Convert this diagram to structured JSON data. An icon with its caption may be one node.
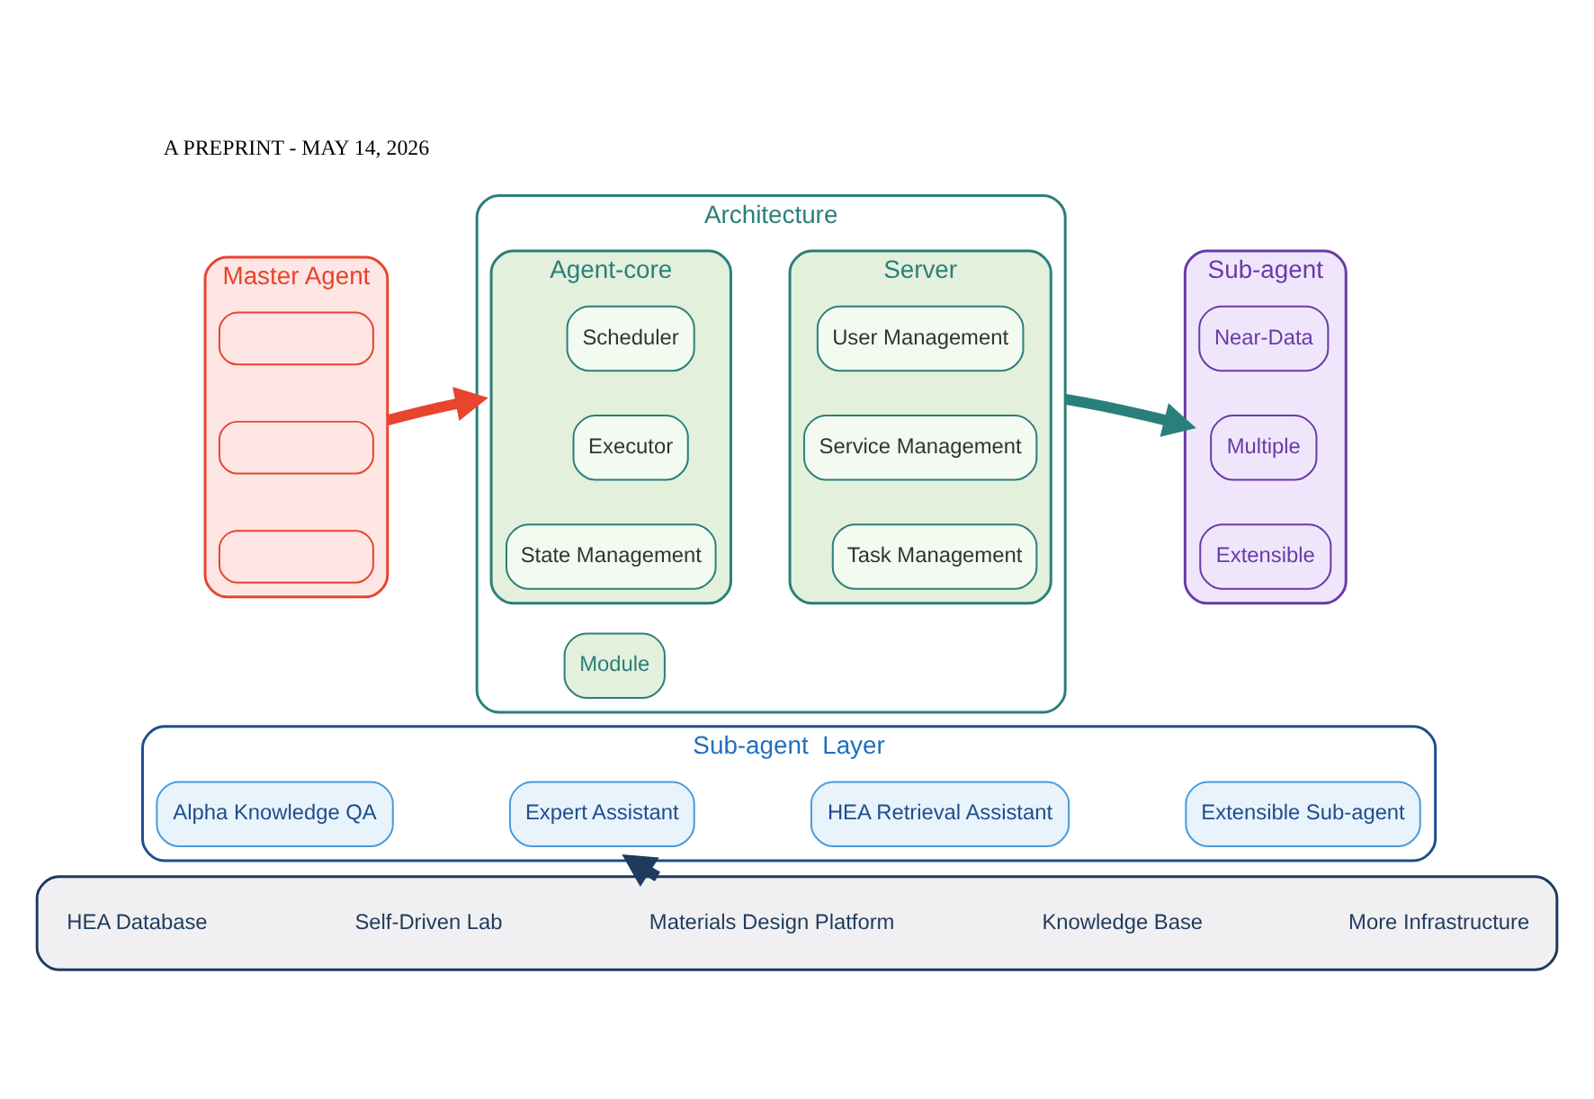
{
  "diagram": {
    "nodes": [
      {
        "text": [
          "Master Agent"
        ]
      },
      {
        "text": [],
        "shape": "box",
        "in": 0
      },
      {
        "text": [],
        "shape": "box",
        "in": 0
      },
      {
        "text": [],
        "shape": "box",
        "in": 0
      },
      {
        "text": [
          "Architecture"
        ]
      },
      {
        "text": [
          "Server"
        ],
        "in": 4
      },
      {
        "text": [
          "User Management"
        ],
        "in": 5
      },
      {
        "text": [
          "Service Management"
        ],
        "in": 5
      },
      {
        "text": [
          "Task Management"
        ],
        "in": 5
      },
      {
        "text": [
          "Agent-core"
        ],
        "in": 4
      },
      {
        "text": [
          "Scheduler"
        ],
        "in": 9
      },
      {
        "text": [
          "Executor"
        ],
        "in": 9
      },
      {
        "text": [
          "State Management"
        ],
        "in": 9
      },
      {
        "text": [
          "Module"
        ],
        "in": 4
      },
      {
        "text": [
          "Sub-agent"
        ]
      },
      {
        "text": [
          "Near-Data"
        ],
        "in": 14
      },
      {
        "text": [
          "Multiple"
        ],
        "in": 14
      },
      {
        "text": [
          "Extensible"
        ],
        "in": 14
      },
      {
        "text": [
          "Sub-agent  Layer"
        ]
      },
      {
        "text": [
          "Alpha Knowledge QA"
        ],
        "in": 18
      },
      {
        "text": [
          "Expert Assistant"
        ],
        "in": 18
      },
      {
        "text": [
          "HEA Retrieval Assistant"
        ],
        "in": 18
      },
      {
        "text": [
          "Extensible Sub-agent"
        ],
        "in": 18
      },
      {
        "text": [],
        "shape": "box"
      },
      {
        "text": [
          "HEA Database"
        ],
        "in": 23
      },
      {
        "text": [
          "Self-Driven Lab"
        ],
        "in": 23
      },
      {
        "text": [
          "Materials Design Platform"
        ],
        "in": 23
      },
      {
        "text": [
          "Knowledge Base"
        ],
        "in": 23
      },
      {
        "text": [
          "More Infrastructure"
        ],
        "in": 23
      }
    ],
    "edges": [
      {
        "from": 0,
        "to": 4,
        "arrow": "to",
        "color": "#e8442e"
      },
      {
        "from": 4,
        "to": 14,
        "arrow": "to",
        "color": "#2a7f7a"
      },
      {
        "from": 23,
        "to": 18,
        "arrow": "to",
        "color": "#1f3a5c"
      }
    ],
    "labels": [
      "A PREPRINT - MAY 14, 2026"
    ]
  }
}
